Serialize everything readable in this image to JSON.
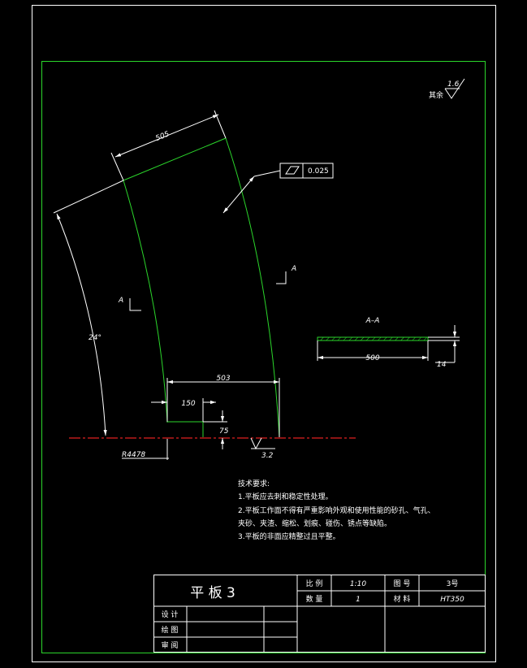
{
  "roughness": {
    "general_label": "其余",
    "general_value": "1.6",
    "bottom_value": "3.2"
  },
  "tolerance": {
    "value": "0.025"
  },
  "dims": {
    "top_width": "505",
    "bottom_width": "503",
    "offset_150": "150",
    "height_75": "75",
    "angle": "24°",
    "radius": "R4478",
    "section_len": "500",
    "thickness": "14"
  },
  "section": {
    "marker": "A",
    "title": "A–A"
  },
  "notes": {
    "heading": "技术要求:",
    "lines": [
      "1.平板应去刺和稳定性处理。",
      "2.平板工作面不得有严重影响外观和使用性能的砂孔、气孔、",
      "夹砂、夹渣、缩松、划痕、碰伤、锈点等缺陷。",
      "3.平板的非面应精整过且平整。"
    ]
  },
  "title_block": {
    "part_name": "平 板 3",
    "scale_label": "比 例",
    "scale_value": "1:10",
    "drawing_no_label": "图 号",
    "drawing_no_value": "3号",
    "qty_label": "数 量",
    "qty_value": "1",
    "material_label": "材 料",
    "material_value": "HT350",
    "designed_label": "设 计",
    "drawn_label": "绘 图",
    "checked_label": "审 阅"
  }
}
